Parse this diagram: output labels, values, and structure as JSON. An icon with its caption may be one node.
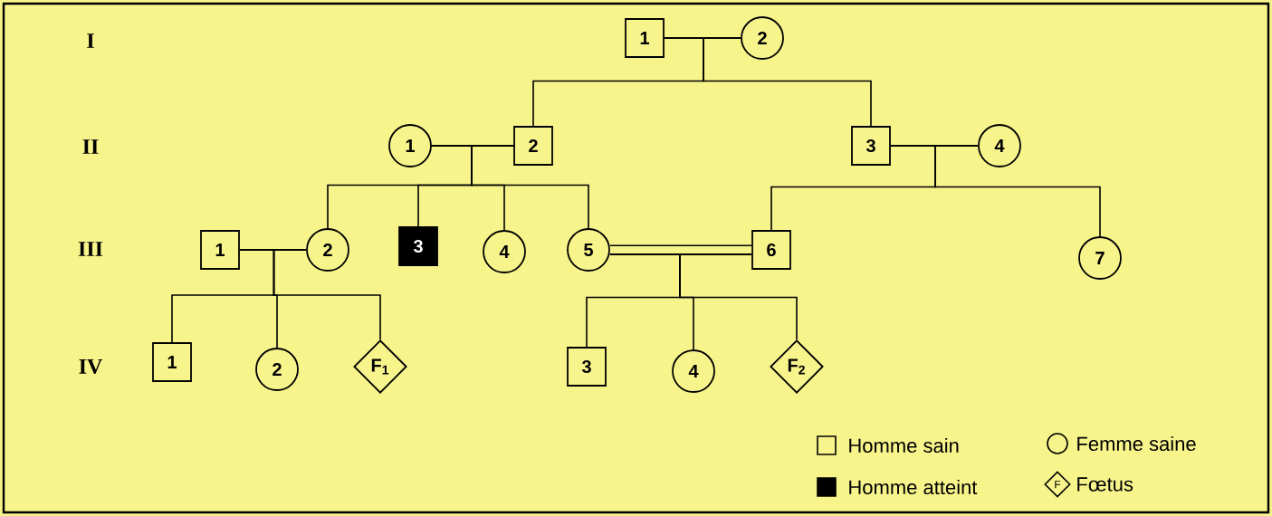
{
  "diagram": {
    "nodes": [
      {
        "text": [
          "1"
        ]
      },
      {
        "text": [
          "2"
        ]
      },
      {
        "text": [
          "1"
        ]
      },
      {
        "text": [
          "2"
        ]
      },
      {
        "text": [
          "3"
        ]
      },
      {
        "text": [
          "4"
        ]
      },
      {
        "text": [
          "1"
        ]
      },
      {
        "text": [
          "2"
        ]
      },
      {
        "text": [
          "3"
        ]
      },
      {
        "text": [
          "4"
        ]
      },
      {
        "text": [
          "5"
        ]
      },
      {
        "text": [
          "6"
        ]
      },
      {
        "text": [
          "7"
        ]
      },
      {
        "text": [
          "1"
        ]
      },
      {
        "text": [
          "2"
        ]
      },
      {
        "text": [
          "F$_{1}$"
        ]
      },
      {
        "text": [
          "3"
        ]
      },
      {
        "text": [
          "4"
        ]
      },
      {
        "text": [
          "F$_{2}$"
        ]
      }
    ],
    "edges": [
      {
        "from": 0,
        "to": 1,
        "arrow": "none"
      },
      {
        "from": 0,
        "to": 3,
        "arrow": "none"
      },
      {
        "from": 1,
        "to": 3,
        "arrow": "none"
      },
      {
        "from": 0,
        "to": 4,
        "arrow": "none"
      },
      {
        "from": 1,
        "to": 4,
        "arrow": "none"
      },
      {
        "from": 2,
        "to": 3,
        "arrow": "none"
      },
      {
        "from": 4,
        "to": 5,
        "arrow": "none"
      },
      {
        "from": 3,
        "to": 7,
        "arrow": "none"
      },
      {
        "from": 2,
        "to": 7,
        "arrow": "none"
      },
      {
        "from": 3,
        "to": 8,
        "arrow": "none"
      },
      {
        "from": 2,
        "to": 8,
        "arrow": "none"
      },
      {
        "from": 3,
        "to": 9,
        "arrow": "none"
      },
      {
        "from": 2,
        "to": 9,
        "arrow": "none"
      },
      {
        "from": 3,
        "to": 10,
        "arrow": "none"
      },
      {
        "from": 2,
        "to": 10,
        "arrow": "none"
      },
      {
        "from": 4,
        "to": 11,
        "arrow": "none"
      },
      {
        "from": 5,
        "to": 11,
        "arrow": "none"
      },
      {
        "from": 4,
        "to": 12,
        "arrow": "none"
      },
      {
        "from": 5,
        "to": 12,
        "arrow": "none"
      },
      {
        "from": 6,
        "to": 7,
        "arrow": "none"
      },
      {
        "from": 10,
        "to": 11,
        "arrow": "none",
        "style": "thick"
      },
      {
        "from": 6,
        "to": 13,
        "arrow": "none"
      },
      {
        "from": 7,
        "to": 13,
        "arrow": "none"
      },
      {
        "from": 6,
        "to": 14,
        "arrow": "none"
      },
      {
        "from": 7,
        "to": 14,
        "arrow": "none"
      },
      {
        "from": 6,
        "to": 15,
        "arrow": "none"
      },
      {
        "from": 7,
        "to": 15,
        "arrow": "none"
      },
      {
        "from": 11,
        "to": 16,
        "arrow": "none"
      },
      {
        "from": 10,
        "to": 16,
        "arrow": "none"
      },
      {
        "from": 11,
        "to": 17,
        "arrow": "none"
      },
      {
        "from": 10,
        "to": 17,
        "arrow": "none"
      },
      {
        "from": 11,
        "to": 18,
        "arrow": "none"
      },
      {
        "from": 10,
        "to": 18,
        "arrow": "none"
      }
    ],
    "labels": [
      "I",
      "II",
      "III",
      "IV",
      "F"
    ],
    "legend": [
      {
        "text": "Homme sain"
      },
      {
        "text": "Femme saine"
      },
      {
        "text": "Homme atteint"
      },
      {
        "text": "Fœtus"
      }
    ]
  }
}
